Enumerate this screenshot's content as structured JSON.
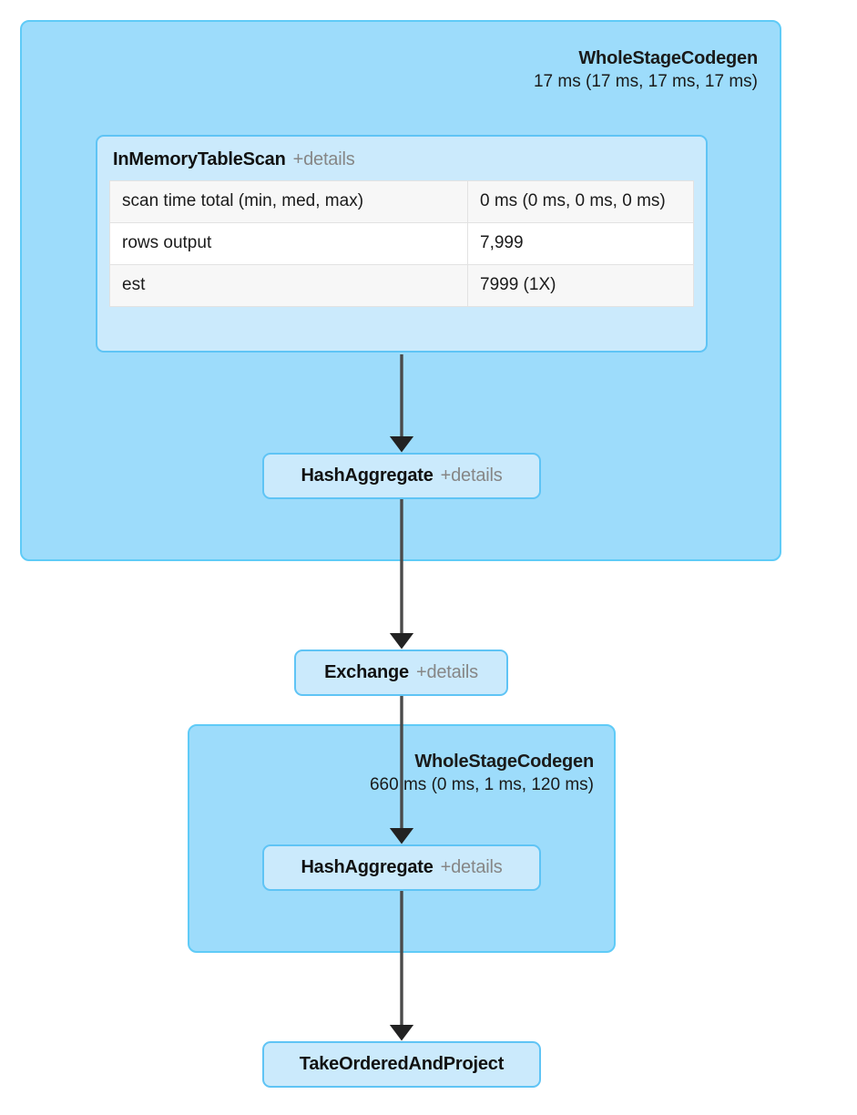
{
  "diagram": {
    "type": "spark-sql-query-execution-plan",
    "stages": [
      {
        "title": "WholeStageCodegen",
        "metric": "17 ms (17 ms, 17 ms, 17 ms)"
      },
      {
        "title": "WholeStageCodegen",
        "metric": "660 ms (0 ms, 1 ms, 120 ms)"
      }
    ],
    "nodes": {
      "in_memory_table_scan": {
        "title": "InMemoryTableScan",
        "details_label": "+details",
        "metrics": [
          {
            "key": "scan time total (min, med, max)",
            "value": "0 ms (0 ms, 0 ms, 0 ms)"
          },
          {
            "key": "rows output",
            "value": "7,999"
          },
          {
            "key": "est",
            "value": "7999 (1X)"
          }
        ]
      },
      "hash_aggregate_top": {
        "title": "HashAggregate",
        "details_label": "+details"
      },
      "exchange": {
        "title": "Exchange",
        "details_label": "+details"
      },
      "hash_aggregate_bottom": {
        "title": "HashAggregate",
        "details_label": "+details"
      },
      "take_ordered_and_project": {
        "title": "TakeOrderedAndProject",
        "details_label": ""
      }
    },
    "colors": {
      "stage_fill": "#9ddcfb",
      "stage_border": "#5fcbf7",
      "node_fill": "#cbeafc",
      "node_border": "#5fc4f5",
      "arrow": "#3f3f3f",
      "details_text": "#868686",
      "table_row_alt": "#f7f7f7"
    }
  }
}
